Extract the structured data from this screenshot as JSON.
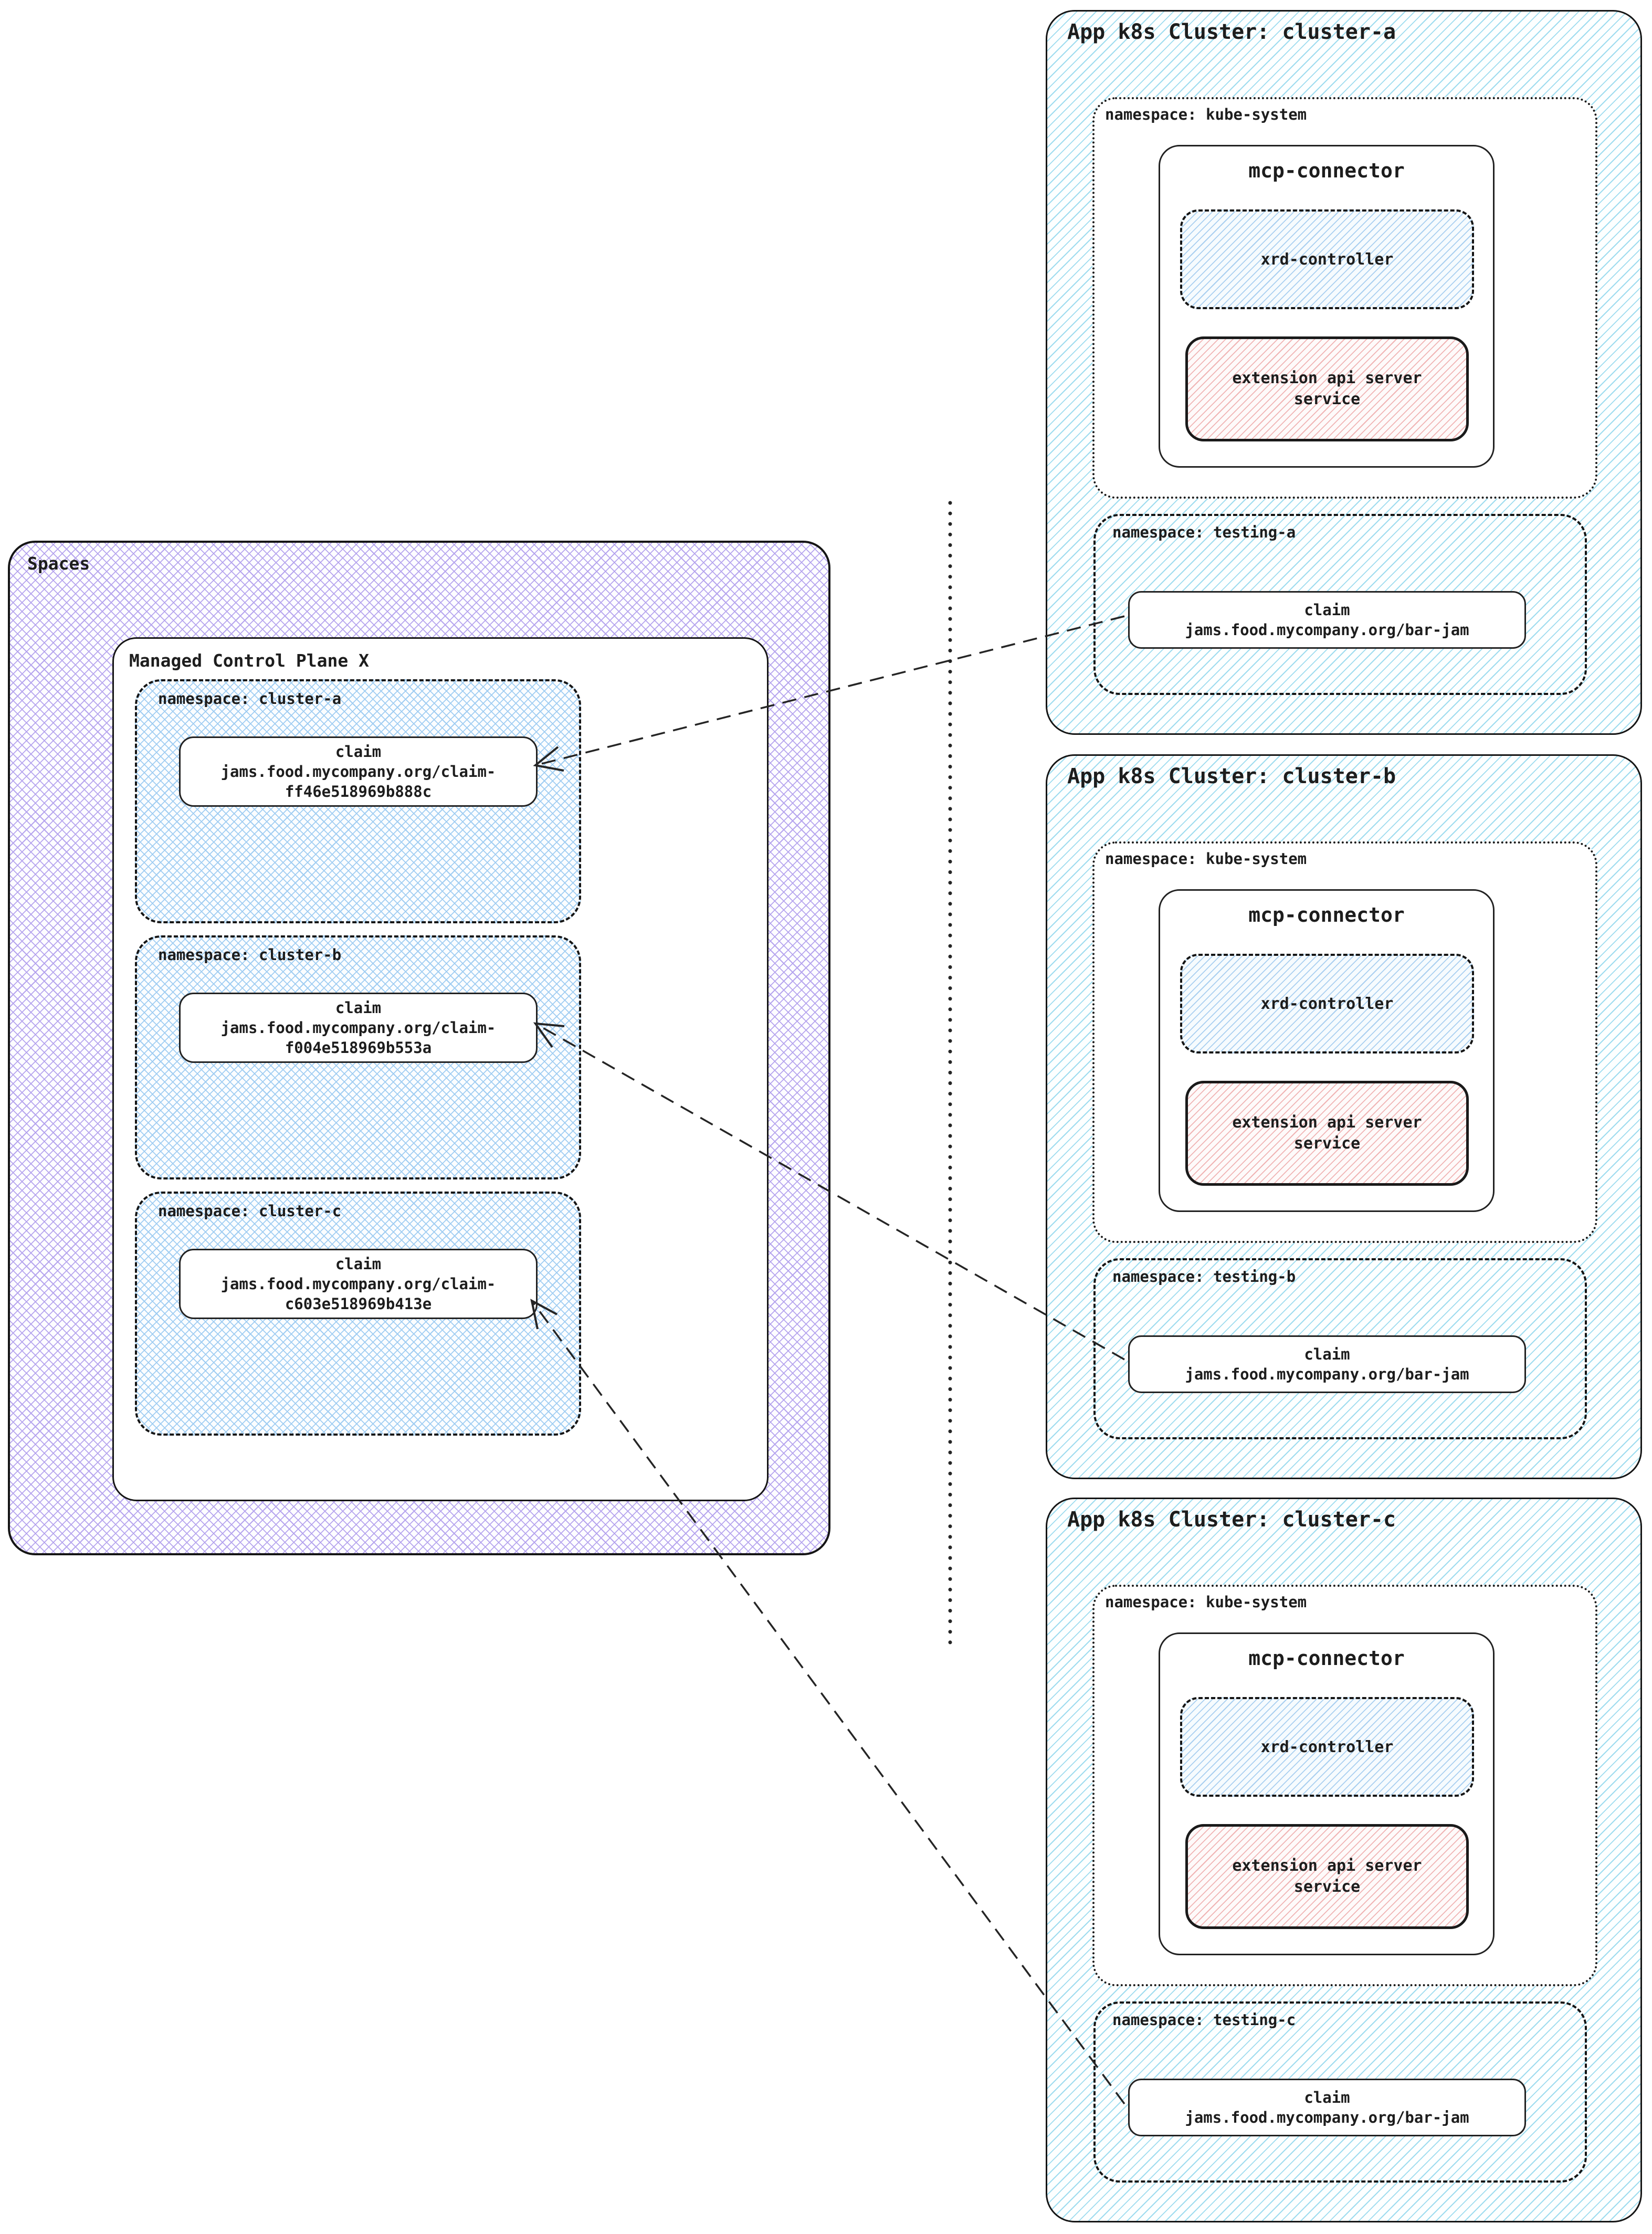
{
  "spaces": {
    "label": "Spaces",
    "control_plane": {
      "title": "Managed Control Plane X",
      "namespaces": [
        {
          "label": "namespace: cluster-a",
          "claim_text": "claim\njams.food.mycompany.org/claim-\nff46e518969b888c"
        },
        {
          "label": "namespace: cluster-b",
          "claim_text": "claim\njams.food.mycompany.org/claim-\nf004e518969b553a"
        },
        {
          "label": "namespace: cluster-c",
          "claim_text": "claim\njams.food.mycompany.org/claim-\nc603e518969b413e"
        }
      ]
    }
  },
  "clusters": [
    {
      "title": "App k8s Cluster: cluster-a",
      "kube_system_label": "namespace: kube-system",
      "connector_title": "mcp-connector",
      "controller_label": "xrd-controller",
      "extension_label": "extension api server\nservice",
      "testing_label": "namespace: testing-a",
      "claim_text": "claim\njams.food.mycompany.org/bar-jam"
    },
    {
      "title": "App k8s Cluster: cluster-b",
      "kube_system_label": "namespace: kube-system",
      "connector_title": "mcp-connector",
      "controller_label": "xrd-controller",
      "extension_label": "extension api server\nservice",
      "testing_label": "namespace: testing-b",
      "claim_text": "claim\njams.food.mycompany.org/bar-jam"
    },
    {
      "title": "App k8s Cluster: cluster-c",
      "kube_system_label": "namespace: kube-system",
      "connector_title": "mcp-connector",
      "controller_label": "xrd-controller",
      "extension_label": "extension api server\nservice",
      "testing_label": "namespace: testing-c",
      "claim_text": "claim\njams.food.mycompany.org/bar-jam"
    }
  ],
  "colors": {
    "cluster_hatch": "#9edcef",
    "spaces_hatch": "#b6a5ee",
    "namespace_hatch": "#a0cdf2",
    "controller_hatch": "#a9cff0",
    "extension_hatch": "#f0b4b4"
  }
}
